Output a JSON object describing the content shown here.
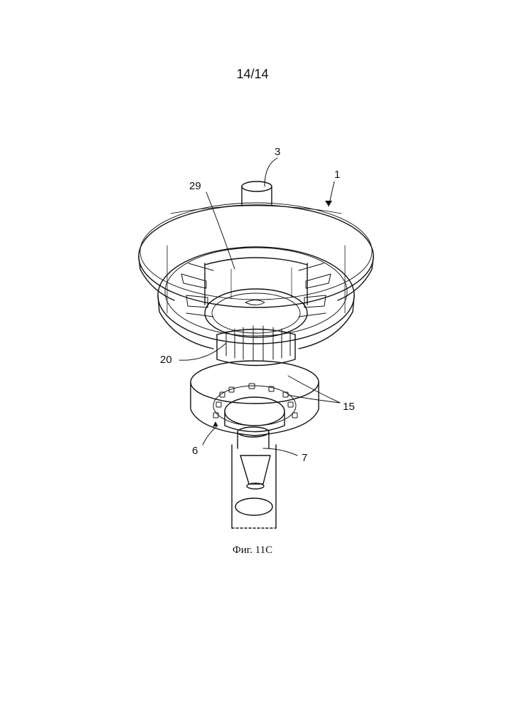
{
  "page": {
    "number": "14/14"
  },
  "figure": {
    "caption": "Фиг. 11С",
    "labels": {
      "l1": "1",
      "l3": "3",
      "l29": "29",
      "l20": "20",
      "l15": "15",
      "l6": "6",
      "l7": "7"
    }
  }
}
